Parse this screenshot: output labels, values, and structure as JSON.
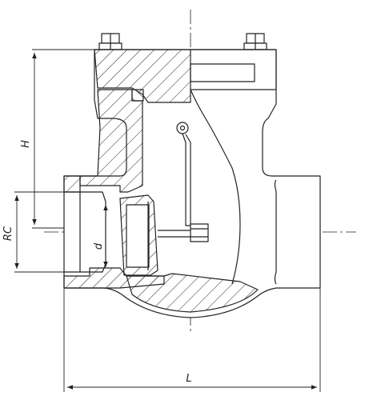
{
  "labels": {
    "height": "H",
    "thread": "RC",
    "bore": "d",
    "length": "L"
  },
  "colors": {
    "line": "#222222",
    "background": "#ffffff"
  }
}
